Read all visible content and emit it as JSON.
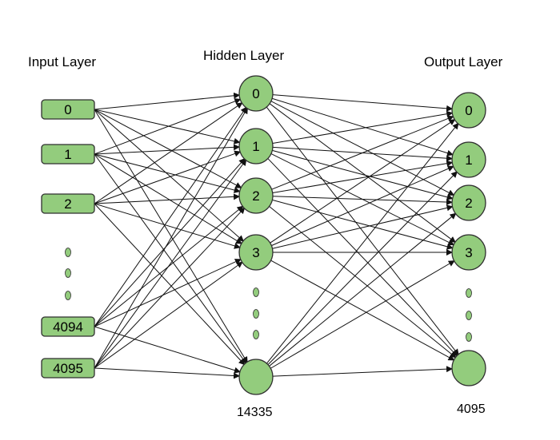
{
  "colors": {
    "node_fill": "#93cc7d",
    "node_stroke": "#2f2f2f",
    "edge": "#111111"
  },
  "layers": {
    "input": {
      "title": "Input Layer",
      "nodes": [
        "0",
        "1",
        "2",
        "4094",
        "4095"
      ]
    },
    "hidden": {
      "title": "Hidden Layer",
      "nodes": [
        "0",
        "1",
        "2",
        "3",
        ""
      ],
      "last_caption": "14335"
    },
    "output": {
      "title": "Output Layer",
      "nodes": [
        "0",
        "1",
        "2",
        "3",
        ""
      ],
      "last_caption": "4095"
    }
  },
  "connections": "fully-connected"
}
